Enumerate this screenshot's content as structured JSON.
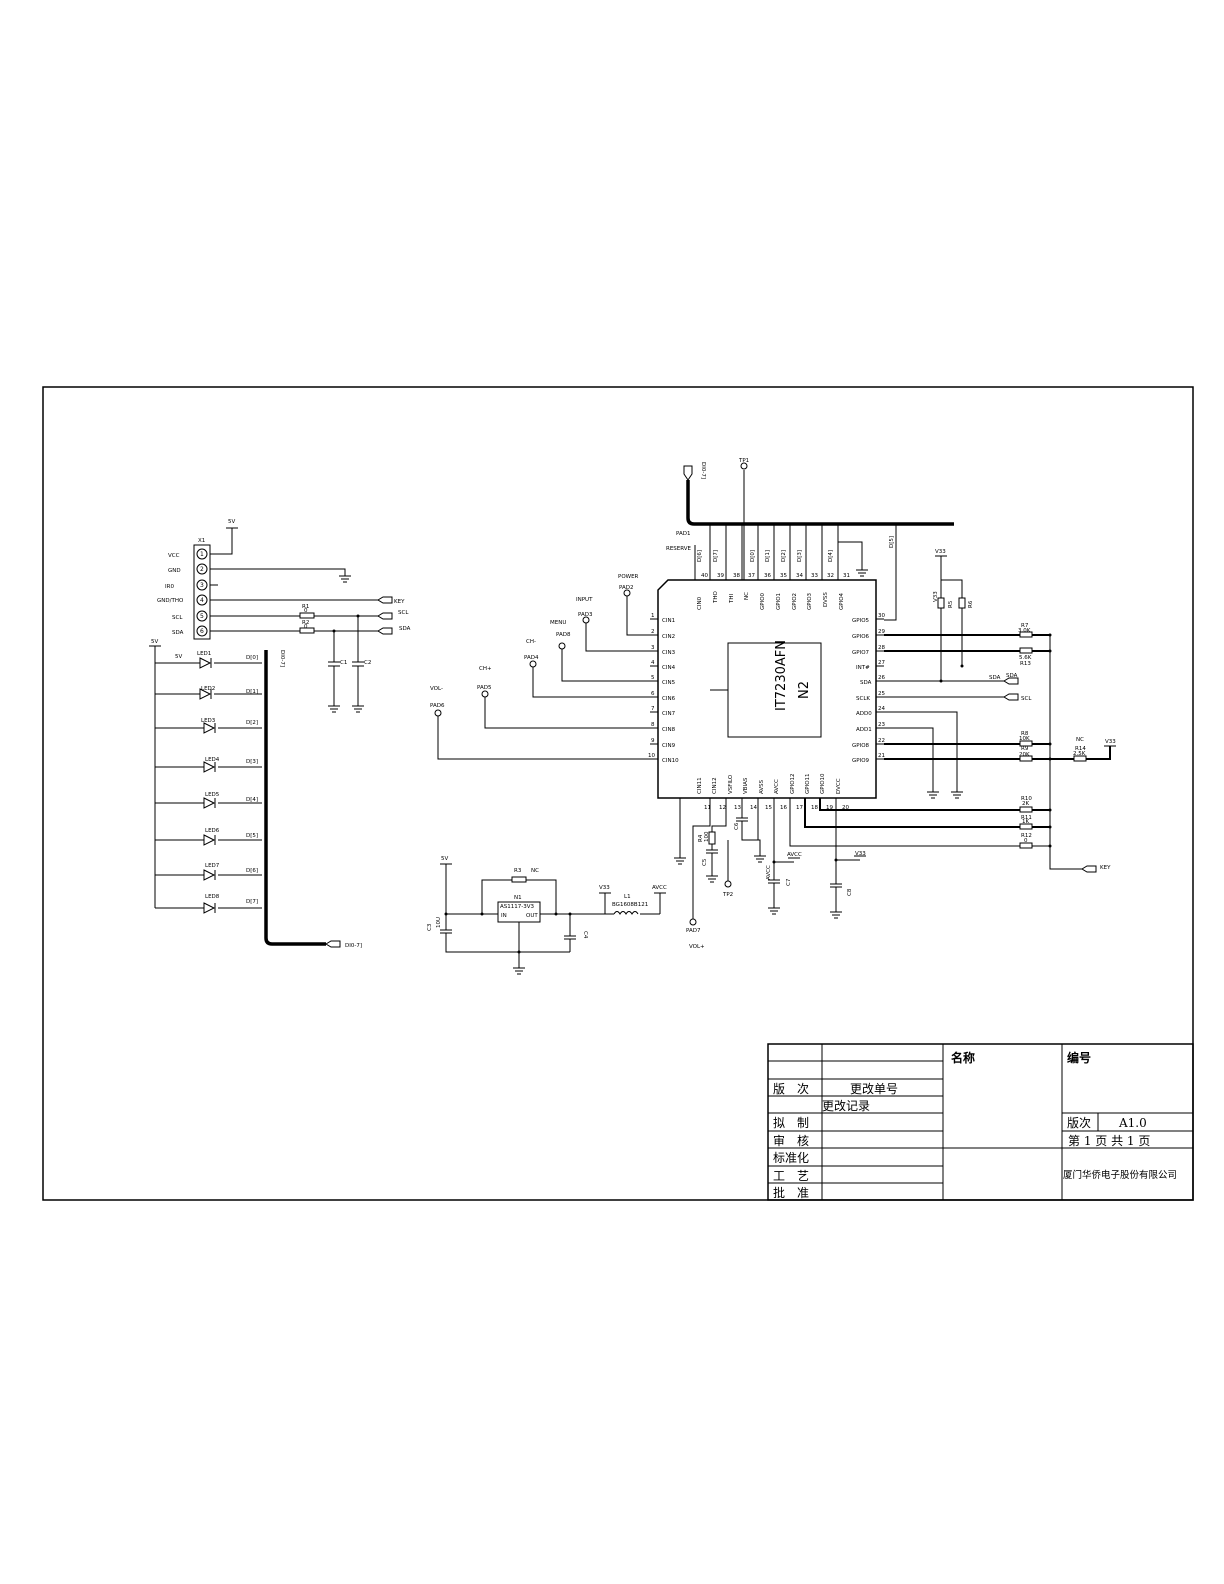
{
  "connector": {
    "ref": "X1",
    "pins": [
      {
        "num": "1",
        "label": "VCC"
      },
      {
        "num": "2",
        "label": "GND"
      },
      {
        "num": "3",
        "label": "IR0"
      },
      {
        "num": "4",
        "label": "GND/THO"
      },
      {
        "num": "5",
        "label": "SCL"
      },
      {
        "num": "6",
        "label": "SDA"
      }
    ]
  },
  "nets": {
    "v5": "5V",
    "v33": "V33",
    "avcc": "AVCC",
    "key": "KEY",
    "scl": "SCL",
    "sda": "SDA",
    "bus": "DI0-7]",
    "nc": "NC",
    "reserve": "RESERVE",
    "vol_plus": "VOL+",
    "vol_minus": "VOL-",
    "cplus": "CH+",
    "cminus": "CH-",
    "menu": "MENU",
    "input": "INPUT",
    "power": "POWER"
  },
  "leds": [
    {
      "ref": "LED1",
      "net": "D[0]"
    },
    {
      "ref": "LED2",
      "net": "D[1]"
    },
    {
      "ref": "LED3",
      "net": "D[2]"
    },
    {
      "ref": "LED4",
      "net": "D[3]"
    },
    {
      "ref": "LED5",
      "net": "D[4]"
    },
    {
      "ref": "LED6",
      "net": "D[5]"
    },
    {
      "ref": "LED7",
      "net": "D[6]"
    },
    {
      "ref": "LED8",
      "net": "D[7]"
    }
  ],
  "pads": [
    "PAD1",
    "PAD2",
    "PAD3",
    "PAD8",
    "PAD4",
    "PAD5",
    "PAD6",
    "PAD7"
  ],
  "testpoints": [
    "TP1",
    "TP2"
  ],
  "chip": {
    "ref": "IT7230AFN",
    "suffix": "N2",
    "pin_left": [
      {
        "n": "1",
        "name": "CIN1"
      },
      {
        "n": "2",
        "name": "CIN2"
      },
      {
        "n": "3",
        "name": "CIN3"
      },
      {
        "n": "4",
        "name": "CIN4"
      },
      {
        "n": "5",
        "name": "CIN5"
      },
      {
        "n": "6",
        "name": "CIN6"
      },
      {
        "n": "7",
        "name": "CIN7"
      },
      {
        "n": "8",
        "name": "CIN8"
      },
      {
        "n": "9",
        "name": "CIN9"
      },
      {
        "n": "10",
        "name": "CIN10"
      }
    ],
    "pin_right": [
      {
        "n": "30",
        "name": "GPIO5"
      },
      {
        "n": "29",
        "name": "GPIO6"
      },
      {
        "n": "28",
        "name": "GPIO7"
      },
      {
        "n": "27",
        "name": "INT#"
      },
      {
        "n": "26",
        "name": "SDA"
      },
      {
        "n": "25",
        "name": "SCLK"
      },
      {
        "n": "24",
        "name": "ADD0"
      },
      {
        "n": "23",
        "name": "ADD1"
      },
      {
        "n": "22",
        "name": "GPIO8"
      },
      {
        "n": "21",
        "name": "GPIO9"
      }
    ],
    "pin_top": [
      {
        "n": "40",
        "name": "CIN0",
        "net": "D[6]"
      },
      {
        "n": "39",
        "name": "THO",
        "net": "D[7]"
      },
      {
        "n": "38",
        "name": "THI",
        "net": ""
      },
      {
        "n": "37",
        "name": "NC",
        "net": "D[0]"
      },
      {
        "n": "36",
        "name": "GPIO0",
        "net": "D[1]"
      },
      {
        "n": "35",
        "name": "GPIO1",
        "net": "D[2]"
      },
      {
        "n": "34",
        "name": "GPIO2",
        "net": "D[3]"
      },
      {
        "n": "33",
        "name": "GPIO3",
        "net": ""
      },
      {
        "n": "32",
        "name": "DVSS",
        "net": "D[4]"
      },
      {
        "n": "31",
        "name": "GPIO4",
        "net": ""
      }
    ],
    "pin_bottom": [
      {
        "n": "11",
        "name": "CIN11"
      },
      {
        "n": "12",
        "name": "CIN12"
      },
      {
        "n": "13",
        "name": "VSFILO"
      },
      {
        "n": "14",
        "name": "VBIAS"
      },
      {
        "n": "15",
        "name": "AVSS"
      },
      {
        "n": "16",
        "name": "AVCC"
      },
      {
        "n": "17",
        "name": "GPIO12"
      },
      {
        "n": "18",
        "name": "GPIO11"
      },
      {
        "n": "19",
        "name": "GPIO10"
      },
      {
        "n": "20",
        "name": "DVCC"
      }
    ],
    "top_right_net": "D[5]"
  },
  "parts": {
    "r1": "R1",
    "r1v": "0",
    "r2": "R2",
    "r2v": "0",
    "c1": "C1",
    "c2": "C2",
    "r3": "R3",
    "n1": "N1",
    "reg": "AS1117-3V3",
    "reg_in": "IN",
    "reg_out": "OUT",
    "c3": "C3",
    "c3v": "10U",
    "c4": "C4",
    "l1": "L1",
    "l1v": "BG1608B121",
    "r4": "R4",
    "r4v": "100",
    "c5": "C5",
    "c6": "C6",
    "c7": "C7",
    "c8": "C8",
    "r5": "R5",
    "r6": "R6",
    "r7": "R7",
    "r7v": "3.0K",
    "r13": "R13",
    "r13v": "5.6K",
    "r8": "R8",
    "r8v": "10K",
    "r9": "R9",
    "r9v": "20K",
    "r14": "R14",
    "r14v": "2.5K",
    "r10": "R10",
    "r10v": "2K",
    "r11": "R11",
    "r11v": "1K",
    "r12": "R12",
    "r12v": "0"
  },
  "title_block": {
    "name_label": "名称",
    "number_label": "编号",
    "version_label": "版次",
    "version_value": "A1.0",
    "change_no": "更改单号",
    "change_record": "更改记录",
    "version_col": "版　次",
    "draft": "拟　制",
    "review": "审　核",
    "standard": "标准化",
    "process": "工　艺",
    "approve": "批　准",
    "page": "第 1 页 共 1 页",
    "company": "厦门华侨电子股份有限公司"
  }
}
